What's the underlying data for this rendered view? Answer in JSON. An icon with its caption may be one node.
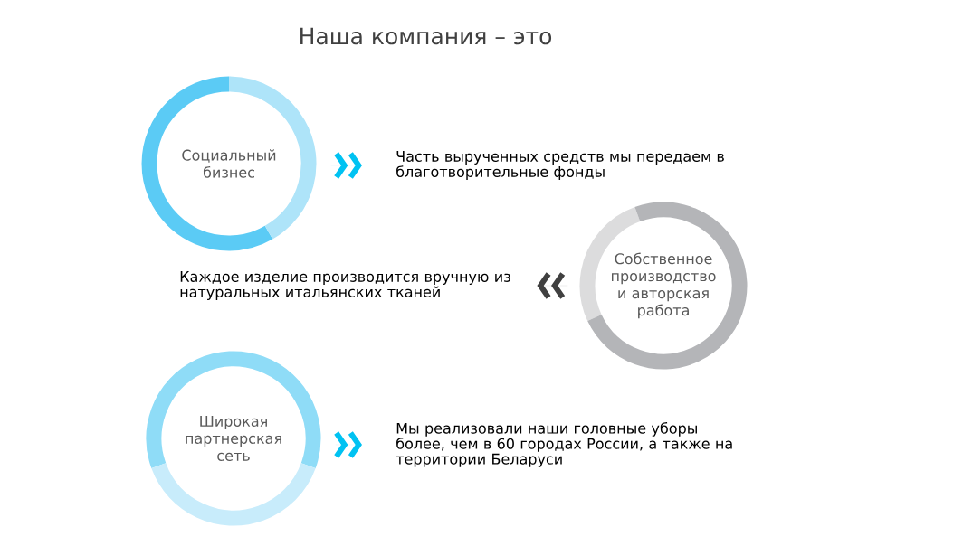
{
  "diagram": {
    "title": "Наша компания – это",
    "nodes": [
      {
        "text": [
          "Социальный бизнес"
        ]
      },
      {
        "text": [
          "Часть вырученных средств мы передаем в благотворительные фонды"
        ]
      },
      {
        "text": [
          "Собственное производство и авторская работа"
        ]
      },
      {
        "text": [
          "Каждое изделие производится вручную из натуральных итальянских тканей"
        ]
      },
      {
        "text": [
          "Широкая партнерская сеть"
        ]
      },
      {
        "text": [
          "Мы реализовали наши головные уборы более, чем в 60 городах России, а также на территории Беларуси"
        ]
      }
    ],
    "edges": [
      {
        "from": 0,
        "to": 1,
        "arrow": "to"
      },
      {
        "from": 2,
        "to": 3,
        "arrow": "to",
        "color": "#404040"
      },
      {
        "from": 4,
        "to": 5,
        "arrow": "to"
      }
    ]
  }
}
